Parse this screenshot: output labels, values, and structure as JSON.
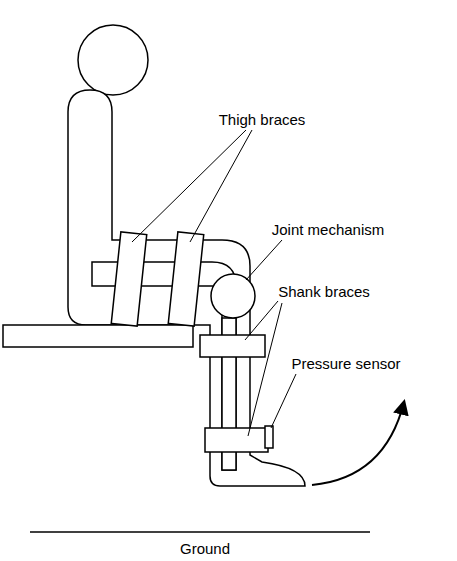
{
  "diagram": {
    "labels": [
      "Thigh braces",
      "Joint mechanism",
      "Shank braces",
      "Pressure sensor",
      "Ground"
    ]
  }
}
